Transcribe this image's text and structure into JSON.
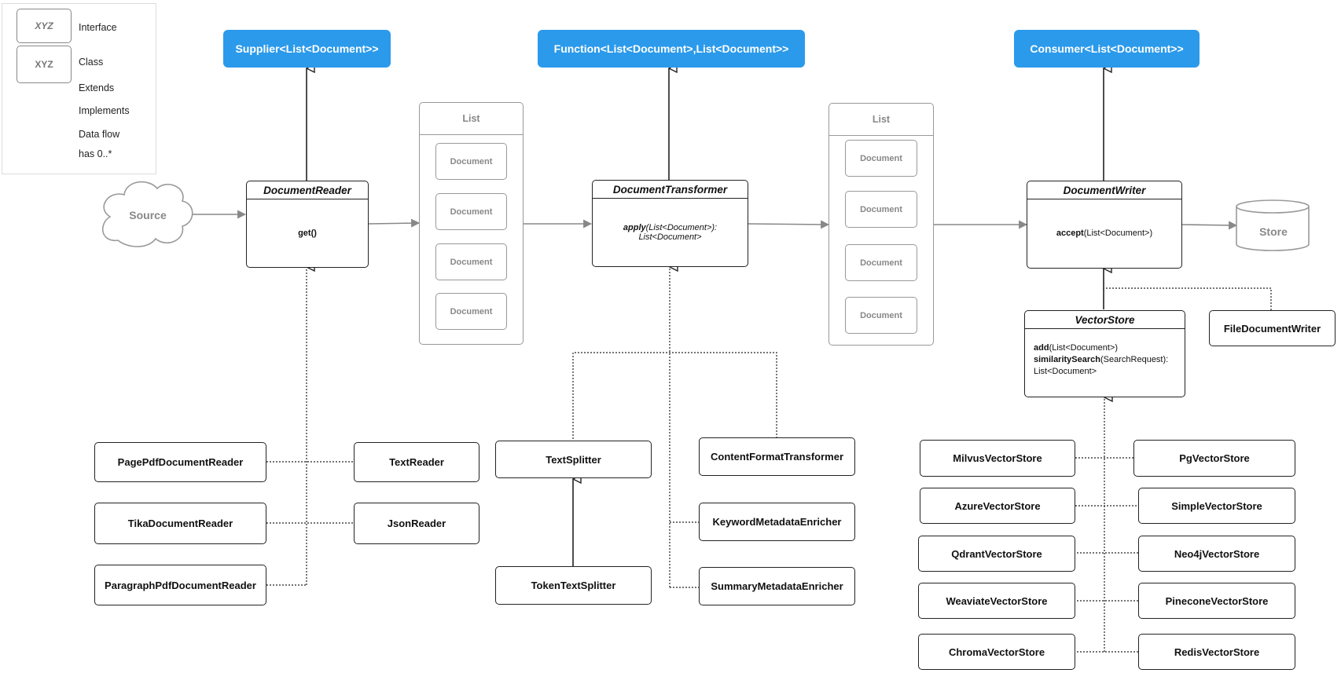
{
  "legend": {
    "interface_symbol": "XYZ",
    "class_symbol": "XYZ",
    "interface": "Interface",
    "class": "Class",
    "extends": "Extends",
    "implements": "Implements",
    "data_flow": "Data flow",
    "has": "has 0..*"
  },
  "interfaces": {
    "supplier": "Supplier<List<Document>>",
    "function": "Function<List<Document>,List<Document>>",
    "consumer": "Consumer<List<Document>>"
  },
  "source": "Source",
  "store": "Store",
  "reader": {
    "name": "DocumentReader",
    "method": "get()"
  },
  "transformer": {
    "name": "DocumentTransformer",
    "method_name": "apply",
    "method_rest": "(List<Document>):",
    "method_ret": "List<Document>"
  },
  "writer": {
    "name": "DocumentWriter",
    "method_name": "accept",
    "method_rest": "(List<Document>)"
  },
  "vectorstore": {
    "name": "VectorStore",
    "m1_name": "add",
    "m1_rest": "(List<Document>)",
    "m2_name": "similaritySearch",
    "m2_rest": "(SearchRequest):",
    "m2_ret": "List<Document>"
  },
  "list_left": {
    "title": "List",
    "items": [
      "Document",
      "Document",
      "Document",
      "Document"
    ]
  },
  "list_right": {
    "title": "List",
    "items": [
      "Document",
      "Document",
      "Document",
      "Document"
    ]
  },
  "readers": {
    "page_pdf": "PagePdfDocumentReader",
    "tika": "TikaDocumentReader",
    "paragraph_pdf": "ParagraphPdfDocumentReader",
    "text": "TextReader",
    "json": "JsonReader"
  },
  "transformers": {
    "text_splitter": "TextSplitter",
    "token_text_splitter": "TokenTextSplitter",
    "content_format": "ContentFormatTransformer",
    "keyword": "KeywordMetadataEnricher",
    "summary": "SummaryMetadataEnricher"
  },
  "writers": {
    "file": "FileDocumentWriter"
  },
  "vector_stores": {
    "milvus": "MilvusVectorStore",
    "azure": "AzureVectorStore",
    "qdrant": "QdrantVectorStore",
    "weaviate": "WeaviateVectorStore",
    "chroma": "ChromaVectorStore",
    "pg": "PgVectorStore",
    "simple": "SimpleVectorStore",
    "neo4j": "Neo4jVectorStore",
    "pinecone": "PineconeVectorStore",
    "redis": "RedisVectorStore"
  },
  "colors": {
    "interface_bg": "#2b9aeb",
    "line": "#222222",
    "data_flow": "#888888"
  }
}
